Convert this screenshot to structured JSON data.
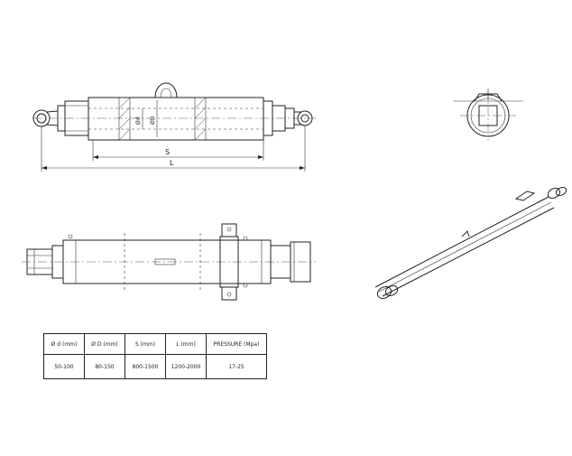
{
  "labels": {
    "stroke": "S",
    "length": "L",
    "rod_dia": "Ød",
    "bore_dia": "ØD"
  },
  "spec_table": {
    "headers": [
      "Ø d (mm)",
      "Ø D (mm)",
      "S (mm)",
      "L (mm)",
      "PRESSURE (Mpa)"
    ],
    "values": [
      "50-100",
      "80-150",
      "800-1500",
      "1200-2000",
      "17-25"
    ]
  }
}
